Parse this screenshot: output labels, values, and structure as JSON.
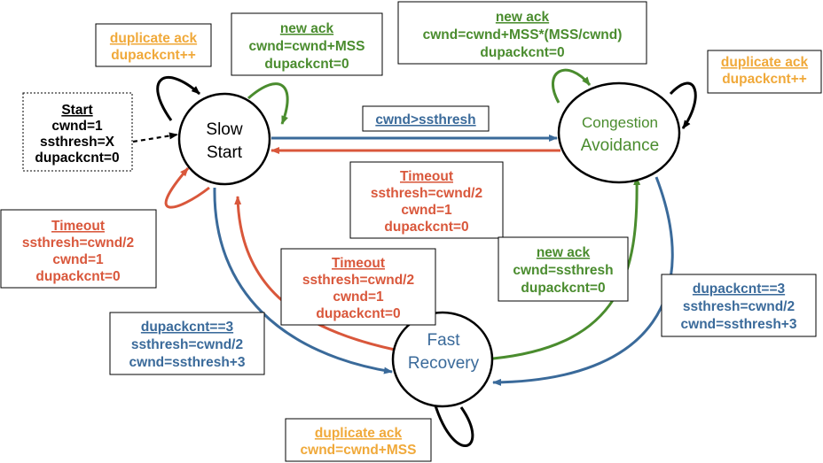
{
  "colors": {
    "black": "#000000",
    "green": "#4a8c2e",
    "red": "#d9573b",
    "blue": "#3a6a9a",
    "orange": "#f0a93a"
  },
  "states": {
    "slow_start": {
      "line1": "Slow",
      "line2": "Start"
    },
    "congestion_avoidance": {
      "line1": "Congestion",
      "line2": "Avoidance"
    },
    "fast_recovery": {
      "line1": "Fast",
      "line2": "Recovery"
    }
  },
  "labels": {
    "start": {
      "title": "Start",
      "lines": [
        "cwnd=1",
        "ssthresh=X",
        "dupackcnt=0"
      ]
    },
    "ss_dup_ack": {
      "title": "duplicate ack",
      "lines": [
        "dupackcnt++"
      ]
    },
    "ss_new_ack": {
      "title": "new ack",
      "lines": [
        "cwnd=cwnd+MSS",
        "dupackcnt=0"
      ]
    },
    "ca_new_ack": {
      "title": "new ack",
      "lines": [
        "cwnd=cwnd+MSS*(MSS/cwnd)",
        "dupackcnt=0"
      ]
    },
    "ca_dup_ack": {
      "title": "duplicate ack",
      "lines": [
        "dupackcnt++"
      ]
    },
    "ss_to_ca": {
      "title": "cwnd>ssthresh",
      "lines": []
    },
    "ca_timeout": {
      "title": "Timeout",
      "lines": [
        "ssthresh=cwnd/2",
        "cwnd=1",
        "dupackcnt=0"
      ]
    },
    "ss_timeout": {
      "title": "Timeout",
      "lines": [
        "ssthresh=cwnd/2",
        "cwnd=1",
        "dupackcnt=0"
      ]
    },
    "fr_timeout": {
      "title": "Timeout",
      "lines": [
        "ssthresh=cwnd/2",
        "cwnd=1",
        "dupackcnt=0"
      ]
    },
    "fr_new_ack": {
      "title": "new ack",
      "lines": [
        "cwnd=ssthresh",
        "dupackcnt=0"
      ]
    },
    "ca_dupack3": {
      "title": "dupackcnt==3",
      "lines": [
        "ssthresh=cwnd/2",
        "cwnd=ssthresh+3"
      ]
    },
    "ss_dupack3": {
      "title": "dupackcnt==3",
      "lines": [
        "ssthresh=cwnd/2",
        "cwnd=ssthresh+3"
      ]
    },
    "fr_dup_ack": {
      "title": "duplicate ack",
      "lines": [
        "cwnd=cwnd+MSS"
      ]
    }
  }
}
